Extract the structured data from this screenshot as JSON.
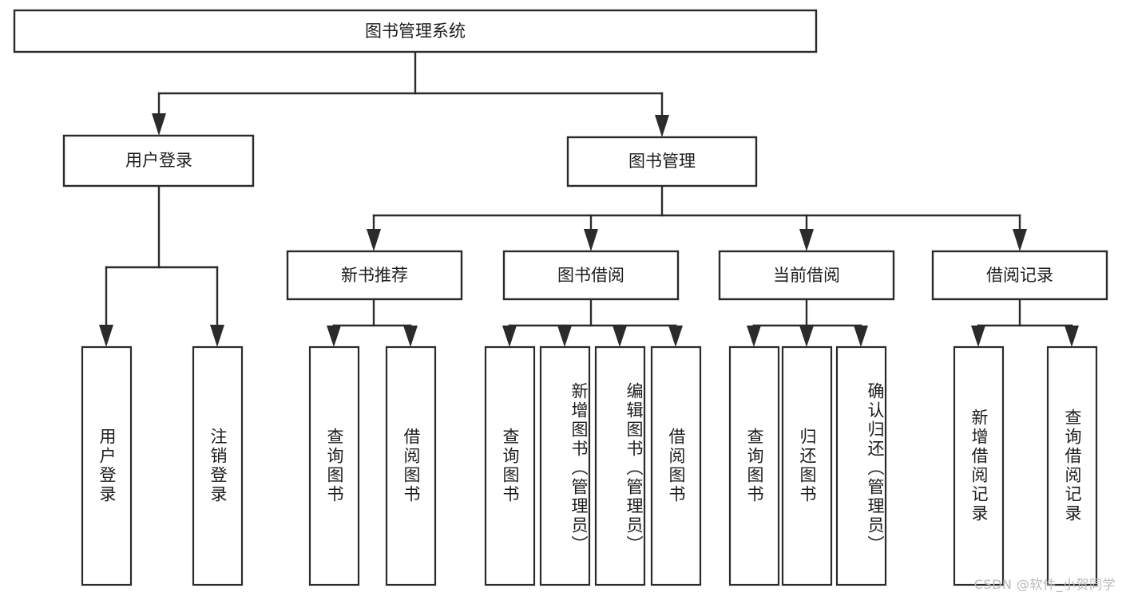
{
  "diagram": {
    "type": "tree",
    "title": "图书管理系统",
    "orientation": "top-down",
    "watermark": "CSDN @软件_小贺同学",
    "colors": {
      "background": "#ffffff",
      "box_fill": "#ffffff",
      "box_stroke": "#2b2b2b",
      "text": "#1c1c1c",
      "watermark": "#b9b9b9"
    },
    "levels": [
      {
        "level": 1,
        "nodes": [
          {
            "id": "root",
            "label": "图书管理系统",
            "orientation": "horizontal"
          }
        ]
      },
      {
        "level": 2,
        "nodes": [
          {
            "id": "user-login",
            "label": "用户登录",
            "orientation": "horizontal",
            "parent": "root"
          },
          {
            "id": "book-manage",
            "label": "图书管理",
            "orientation": "horizontal",
            "parent": "root"
          }
        ]
      },
      {
        "level": 3,
        "nodes": [
          {
            "id": "new-book-rec",
            "label": "新书推荐",
            "orientation": "horizontal",
            "parent": "book-manage"
          },
          {
            "id": "book-borrow",
            "label": "图书借阅",
            "orientation": "horizontal",
            "parent": "book-manage"
          },
          {
            "id": "current-borrow",
            "label": "当前借阅",
            "orientation": "horizontal",
            "parent": "book-manage"
          },
          {
            "id": "borrow-record",
            "label": "借阅记录",
            "orientation": "horizontal",
            "parent": "book-manage"
          }
        ]
      },
      {
        "level": 4,
        "nodes": [
          {
            "id": "leaf-user-login",
            "label": "用户登录",
            "orientation": "vertical",
            "parent": "user-login"
          },
          {
            "id": "leaf-logout",
            "label": "注销登录",
            "orientation": "vertical",
            "parent": "user-login"
          },
          {
            "id": "leaf-query-book-1",
            "label": "查询图书",
            "orientation": "vertical",
            "parent": "new-book-rec"
          },
          {
            "id": "leaf-borrow-book-1",
            "label": "借阅图书",
            "orientation": "vertical",
            "parent": "new-book-rec"
          },
          {
            "id": "leaf-query-book-2",
            "label": "查询图书",
            "orientation": "vertical",
            "parent": "book-borrow"
          },
          {
            "id": "leaf-add-book",
            "label": "新增图书（管理员）",
            "orientation": "vertical",
            "parent": "book-borrow"
          },
          {
            "id": "leaf-edit-book",
            "label": "编辑图书（管理员）",
            "orientation": "vertical",
            "parent": "book-borrow"
          },
          {
            "id": "leaf-borrow-book-2",
            "label": "借阅图书",
            "orientation": "vertical",
            "parent": "book-borrow"
          },
          {
            "id": "leaf-query-book-3",
            "label": "查询图书",
            "orientation": "vertical",
            "parent": "current-borrow"
          },
          {
            "id": "leaf-return-book",
            "label": "归还图书",
            "orientation": "vertical",
            "parent": "current-borrow"
          },
          {
            "id": "leaf-confirm-return",
            "label": "确认归还（管理员）",
            "orientation": "vertical",
            "parent": "current-borrow"
          },
          {
            "id": "leaf-add-record",
            "label": "新增借阅记录",
            "orientation": "vertical",
            "parent": "borrow-record"
          },
          {
            "id": "leaf-query-record",
            "label": "查询借阅记录",
            "orientation": "vertical",
            "parent": "borrow-record"
          }
        ]
      }
    ]
  }
}
